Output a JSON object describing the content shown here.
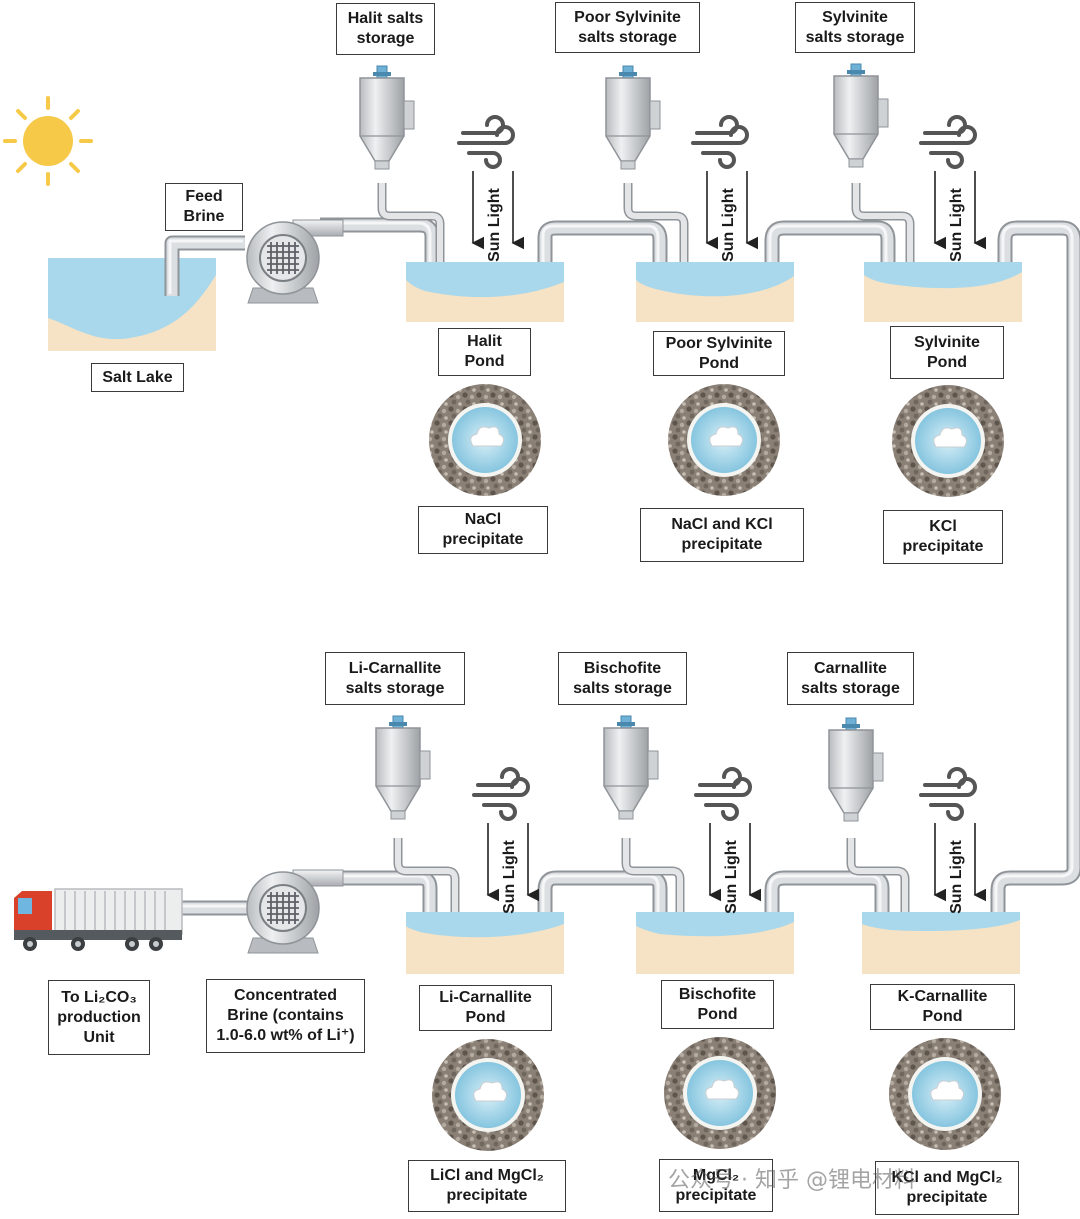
{
  "salt_lake_label": "Salt Lake",
  "feed_brine_label": [
    "Feed",
    "Brine"
  ],
  "sun_light_label": "Sun Light",
  "top_row": [
    {
      "storage": [
        "Halit salts",
        "storage"
      ],
      "pond": [
        "Halit",
        "Pond"
      ],
      "precipitate": [
        "NaCl",
        "precipitate"
      ]
    },
    {
      "storage": [
        "Poor Sylvinite",
        "salts storage"
      ],
      "pond": [
        "Poor Sylvinite",
        "Pond"
      ],
      "precipitate": [
        "NaCl and KCl",
        "precipitate"
      ]
    },
    {
      "storage": [
        "Sylvinite",
        "salts storage"
      ],
      "pond": [
        "Sylvinite",
        "Pond"
      ],
      "precipitate": [
        "KCl",
        "precipitate"
      ]
    }
  ],
  "bottom_row": [
    {
      "storage": [
        "Li-Carnallite",
        "salts storage"
      ],
      "pond": [
        "Li-Carnallite",
        "Pond"
      ],
      "precipitate": [
        "LiCl and MgCl₂",
        "precipitate"
      ]
    },
    {
      "storage": [
        "Bischofite",
        "salts storage"
      ],
      "pond": [
        "Bischofite",
        "Pond"
      ],
      "precipitate": [
        "MgCl₂",
        "precipitate"
      ]
    },
    {
      "storage": [
        "Carnallite",
        "salts storage"
      ],
      "pond": [
        "K-Carnallite",
        "Pond"
      ],
      "precipitate": [
        "KCl and MgCl₂",
        "precipitate"
      ]
    }
  ],
  "to_production_label": [
    "To Li₂CO₃",
    "production",
    "Unit"
  ],
  "concentrated_brine_label": [
    "Concentrated",
    "Brine  (contains",
    "1.0-6.0 wt% of Li⁺)"
  ],
  "watermark": "公众号 · 知乎 @锂电材料",
  "colors": {
    "water": "#a9d8ec",
    "sand": "#f6e2c4",
    "pipe": "#d3d6d8",
    "sun": "#f7c948",
    "truck_cab": "#d9412b",
    "gravel": "#7d7368"
  }
}
